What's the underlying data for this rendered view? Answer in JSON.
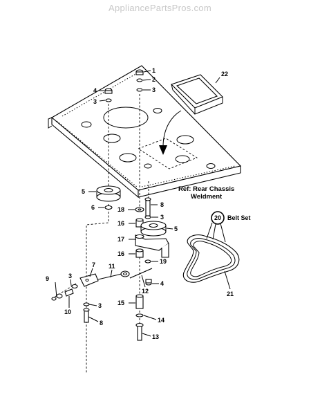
{
  "watermark": "AppliancePartsPros.com",
  "reference_note": {
    "line1": "Ref: Rear Chassis",
    "line2": "Weldment"
  },
  "belt_set": {
    "number": "20",
    "label": "Belt Set"
  },
  "callouts": [
    {
      "id": "c1",
      "text": "1"
    },
    {
      "id": "c2",
      "text": "2"
    },
    {
      "id": "c3a",
      "text": "3"
    },
    {
      "id": "c4a",
      "text": "4"
    },
    {
      "id": "c3b",
      "text": "3"
    },
    {
      "id": "c22",
      "text": "22"
    },
    {
      "id": "c5a",
      "text": "5"
    },
    {
      "id": "c6",
      "text": "6"
    },
    {
      "id": "c18",
      "text": "18"
    },
    {
      "id": "c8a",
      "text": "8"
    },
    {
      "id": "c3c",
      "text": "3"
    },
    {
      "id": "c16a",
      "text": "16"
    },
    {
      "id": "c5b",
      "text": "5"
    },
    {
      "id": "c17",
      "text": "17"
    },
    {
      "id": "c16b",
      "text": "16"
    },
    {
      "id": "c19",
      "text": "19"
    },
    {
      "id": "c7",
      "text": "7"
    },
    {
      "id": "c11",
      "text": "11"
    },
    {
      "id": "c12",
      "text": "12"
    },
    {
      "id": "c4b",
      "text": "4"
    },
    {
      "id": "c9",
      "text": "9"
    },
    {
      "id": "c3d",
      "text": "3"
    },
    {
      "id": "c10",
      "text": "10"
    },
    {
      "id": "c15",
      "text": "15"
    },
    {
      "id": "c3e",
      "text": "3"
    },
    {
      "id": "c14",
      "text": "14"
    },
    {
      "id": "c8b",
      "text": "8"
    },
    {
      "id": "c13",
      "text": "13"
    },
    {
      "id": "c21",
      "text": "21"
    }
  ]
}
